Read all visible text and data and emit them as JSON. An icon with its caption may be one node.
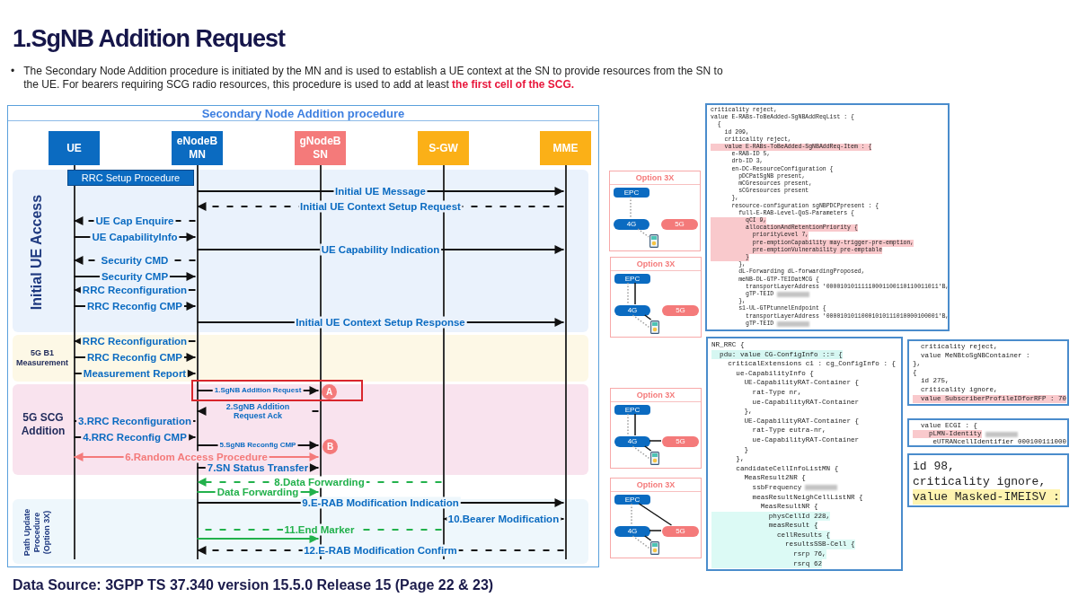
{
  "diagram": {
    "title": "1.SgNB Addition Request",
    "caption": "Data Source: 3GPP TS 37.340 version 15.5.0 Release 15 (Page 22 & 23)",
    "labels": [
      "•",
      "The Secondary Node Addition procedure is initiated by the MN and is used to establish a UE context at the SN to provide resources from the SN to the UE. For bearers requiring SCG radio resources, this procedure is used to add at least **the first cell of the SCG.**"
    ],
    "nodes": [
      {
        "text": [
          "Secondary Node Addition procedure"
        ]
      },
      {
        "text": [
          "UE"
        ],
        "in": 0
      },
      {
        "text": [
          "eNodeB MN"
        ],
        "in": 0
      },
      {
        "text": [
          "gNodeB SN"
        ],
        "in": 0
      },
      {
        "text": [
          "S-GW"
        ],
        "in": 0
      },
      {
        "text": [
          "MME"
        ],
        "in": 0
      },
      {
        "text": [
          "Initial UE Access"
        ],
        "in": 0
      },
      {
        "text": [
          "RRC Setup Procedure"
        ],
        "in": 6
      },
      {
        "text": [
          "5G B1 Measurement"
        ],
        "in": 0
      },
      {
        "text": [
          "5G SCG Addition"
        ],
        "in": 0
      },
      {
        "text": [
          "A"
        ],
        "in": 9
      },
      {
        "text": [
          "B"
        ],
        "in": 9
      },
      {
        "text": [
          "Path Update Procedure (Option 3X)"
        ],
        "in": 0
      },
      {
        "text": [
          "Option 3X"
        ]
      },
      {
        "text": [
          "EPC"
        ],
        "in": 13
      },
      {
        "text": [
          "4G"
        ],
        "in": 13
      },
      {
        "text": [
          "5G"
        ],
        "in": 13
      },
      {
        "text": [],
        "shape": "phone",
        "in": 13
      },
      {
        "text": [
          "Option 3X"
        ]
      },
      {
        "text": [
          "EPC"
        ],
        "in": 18
      },
      {
        "text": [
          "4G"
        ],
        "in": 18
      },
      {
        "text": [
          "5G"
        ],
        "in": 18
      },
      {
        "text": [],
        "shape": "phone",
        "in": 18
      },
      {
        "text": [
          "Option 3X"
        ]
      },
      {
        "text": [
          "EPC"
        ],
        "in": 23
      },
      {
        "text": [
          "4G"
        ],
        "in": 23
      },
      {
        "text": [
          "5G"
        ],
        "in": 23
      },
      {
        "text": [],
        "shape": "phone",
        "in": 23
      },
      {
        "text": [
          "Option 3X"
        ]
      },
      {
        "text": [
          "EPC"
        ],
        "in": 28
      },
      {
        "text": [
          "4G"
        ],
        "in": 28
      },
      {
        "text": [
          "5G"
        ],
        "in": 28
      },
      {
        "text": [],
        "shape": "phone",
        "in": 28
      },
      {
        "text": [
          "criticality reject,",
          "value E-RABs-ToBeAdded-SgNBAddReqList : {",
          "  {",
          "    id 209,",
          "    criticality reject,",
          "    value E-RABs-ToBeAdded-SgNBAddReq-Item : {",
          "      e-RAB-ID 5,",
          "      drb-ID 3,",
          "      en-DC-ResourceConfiguration {",
          "        pDCPatSgNB present,",
          "        mCGresources present,",
          "        sCGresources present",
          "      },",
          "      resource-configuration sgNBPDCPpresent : {",
          "        full-E-RAB-Level-QoS-Parameters {",
          "          qCI 9,",
          "          allocationAndRetentionPriority {",
          "            priorityLevel 7,",
          "            pre-emptionCapability may-trigger-pre-emption,",
          "            pre-emptionVulnerability pre-emptable",
          "          }",
          "        },",
          "        dL-Forwarding dL-forwardingProposed,",
          "        meNB-DL-GTP-TEIDatMCG {",
          "          transportLayerAddress '00001010111110001100110110011011'B,",
          "          gTP-TEID",
          "        },",
          "        s1-UL-GTPtunnelEndpoint {",
          "          transportLayerAddress '00001010110001010111010000100001'B,",
          "          gTP-TEID"
        ]
      },
      {
        "text": [
          "NR_RRC {",
          "  pdu: value CG-ConfigInfo ::= {",
          "    criticalExtensions c1 : cg_ConfigInfo : {",
          "      ue-CapabilityInfo {",
          "        UE-CapabilityRAT-Container {",
          "          rat-Type nr,",
          "          ue-CapabilityRAT-Container",
          "        },",
          "        UE-CapabilityRAT-Container {",
          "          rat-Type eutra-nr,",
          "          ue-CapabilityRAT-Container",
          "        }",
          "      },",
          "      candidateCellInfoListMN {",
          "        MeasResult2NR {",
          "          ssbFrequency",
          "          measResultNeighCellListNR {",
          "            MeasResultNR {",
          "              physCellId 228,",
          "              measResult {",
          "                cellResults {",
          "                  resultsSSB-Cell {",
          "                    rsrp 76,",
          "                    rsrq 62"
        ]
      },
      {
        "text": [
          "  criticality reject,",
          "  value MeNBtoSgNBContainer :",
          "},",
          "{",
          "  id 275,",
          "  criticality ignore,",
          "  value SubscriberProfileIDforRFP : 70"
        ]
      },
      {
        "text": [
          "  value ECGI : {",
          "    pLMN-Identity",
          "     eUTRANcellIdentifier 000100111000"
        ]
      },
      {
        "text": [
          "id 98,",
          "criticality ignore,",
          "value Masked-IMEISV :"
        ]
      },
      {
        "text": [],
        "shape": "line",
        "in": 0
      },
      {
        "text": [],
        "shape": "line",
        "in": 0
      },
      {
        "text": [],
        "shape": "line",
        "in": 0
      },
      {
        "text": [],
        "shape": "line",
        "in": 0
      },
      {
        "text": [],
        "shape": "line",
        "in": 0
      }
    ],
    "edges": [
      {
        "from": 39,
        "to": 42,
        "arrow": "to",
        "label": "Initial UE Message"
      },
      {
        "from": 42,
        "to": 39,
        "arrow": "to",
        "label": "Initial UE Context Setup Request",
        "style": "dashed"
      },
      {
        "from": 39,
        "to": 38,
        "arrow": "to",
        "label": "UE Cap Enquire",
        "style": "dashed"
      },
      {
        "from": 38,
        "to": 39,
        "arrow": "to",
        "label": "UE CapabilityInfo"
      },
      {
        "from": 39,
        "to": 42,
        "arrow": "to",
        "label": "UE Capability Indication"
      },
      {
        "from": 39,
        "to": 38,
        "arrow": "to",
        "label": "Security CMD",
        "style": "dashed"
      },
      {
        "from": 38,
        "to": 39,
        "arrow": "to",
        "label": "Security CMP"
      },
      {
        "from": 39,
        "to": 38,
        "arrow": "to",
        "label": "RRC Reconfiguration"
      },
      {
        "from": 38,
        "to": 39,
        "arrow": "to",
        "label": "RRC Reconfig CMP"
      },
      {
        "from": 39,
        "to": 42,
        "arrow": "to",
        "label": "Initial UE Context Setup Response"
      },
      {
        "from": 39,
        "to": 38,
        "arrow": "to",
        "label": "RRC Reconfiguration"
      },
      {
        "from": 38,
        "to": 39,
        "arrow": "to",
        "label": "RRC Reconfig CMP"
      },
      {
        "from": 38,
        "to": 39,
        "arrow": "to",
        "label": "Measurement Report"
      },
      {
        "from": 39,
        "to": 40,
        "arrow": "to",
        "label": "1.SgNB Addition Request"
      },
      {
        "from": 40,
        "to": 39,
        "arrow": "to",
        "label": "2.SgNB Addition Request Ack",
        "style": "dashed"
      },
      {
        "from": 39,
        "to": 38,
        "arrow": "to",
        "label": "3.RRC Reconfiguration"
      },
      {
        "from": 38,
        "to": 39,
        "arrow": "to",
        "label": "4.RRC Reconfig CMP"
      },
      {
        "from": 39,
        "to": 40,
        "arrow": "to",
        "label": "5.SgNB Reconfig CMP"
      },
      {
        "from": 38,
        "to": 40,
        "arrow": "both",
        "label": "6.Random Access Procedure",
        "color": "#f47a7a"
      },
      {
        "from": 39,
        "to": 40,
        "arrow": "to",
        "label": "7.SN Status Transfer"
      },
      {
        "from": 41,
        "to": 39,
        "arrow": "to",
        "label": "8.Data Forwarding",
        "style": "dashed",
        "color": "#22b14c"
      },
      {
        "from": 39,
        "to": 40,
        "arrow": "to",
        "label": "Data Forwarding",
        "color": "#22b14c"
      },
      {
        "from": 39,
        "to": 42,
        "arrow": "to",
        "label": "9.E-RAB Modification Indication"
      },
      {
        "from": 41,
        "to": 42,
        "arrow": "both",
        "label": "10.Bearer Modification"
      },
      {
        "from": 41,
        "to": 39,
        "arrow": "none",
        "label": "11.End Marker",
        "style": "dashed",
        "color": "#22b14c"
      },
      {
        "from": 39,
        "to": 40,
        "arrow": "to",
        "color": "#22b14c"
      },
      {
        "from": 42,
        "to": 39,
        "arrow": "to",
        "label": "12.E-RAB Modification Confirm",
        "style": "dashed"
      },
      {
        "from": 14,
        "to": 15,
        "arrow": "none",
        "style": "dashed",
        "color": "#9e9e9e"
      },
      {
        "from": 15,
        "to": 17,
        "arrow": "none",
        "style": "dashed",
        "color": "#9e9e9e"
      },
      {
        "from": 19,
        "to": 20,
        "arrow": "none",
        "style": "dashed",
        "color": "#9e9e9e"
      },
      {
        "from": 19,
        "to": 20,
        "arrow": "none"
      },
      {
        "from": 20,
        "to": 22,
        "arrow": "none",
        "style": "dashed",
        "color": "#9e9e9e"
      },
      {
        "from": 20,
        "to": 22,
        "arrow": "none"
      },
      {
        "from": 24,
        "to": 25,
        "arrow": "none",
        "style": "dashed",
        "color": "#9e9e9e"
      },
      {
        "from": 24,
        "to": 25,
        "arrow": "none"
      },
      {
        "from": 25,
        "to": 27,
        "arrow": "none",
        "style": "dashed",
        "color": "#9e9e9e"
      },
      {
        "from": 25,
        "to": 27,
        "arrow": "none"
      },
      {
        "from": 25,
        "to": 26,
        "arrow": "none"
      },
      {
        "from": 29,
        "to": 30,
        "arrow": "none",
        "style": "dashed",
        "color": "#9e9e9e"
      },
      {
        "from": 29,
        "to": 31,
        "arrow": "none"
      },
      {
        "from": 30,
        "to": 31,
        "arrow": "none"
      },
      {
        "from": 30,
        "to": 32,
        "arrow": "none",
        "style": "dashed",
        "color": "#9e9e9e"
      },
      {
        "from": 30,
        "to": 32,
        "arrow": "none"
      }
    ]
  }
}
